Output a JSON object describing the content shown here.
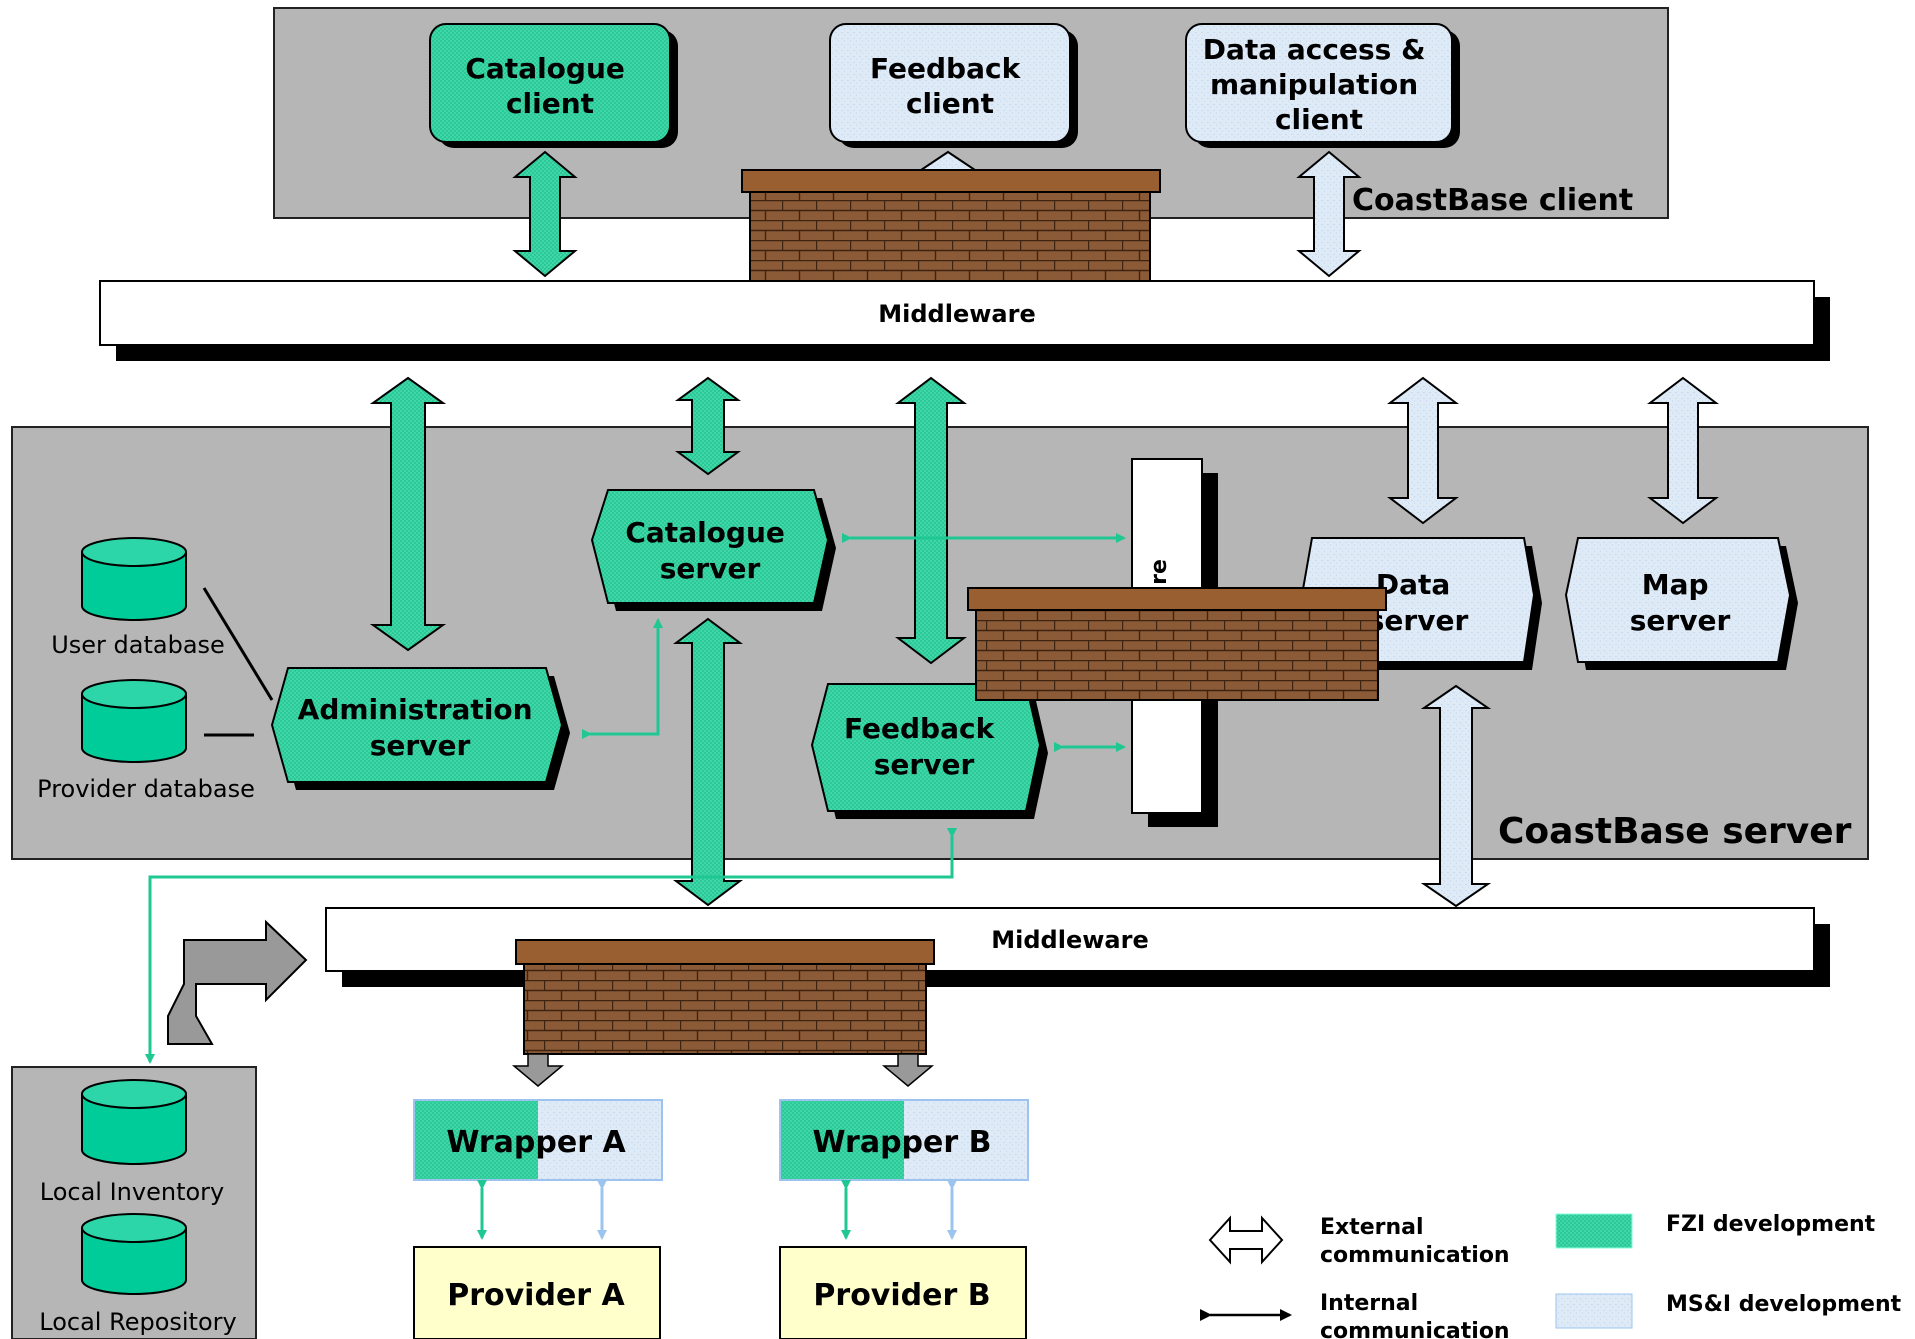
{
  "client_panel": {
    "title": "CoastBase client"
  },
  "server_panel": {
    "title": "CoastBase server"
  },
  "clients": {
    "catalogue": [
      "Catalogue",
      "client"
    ],
    "feedback": [
      "Feedback",
      "client"
    ],
    "data_access": [
      "Data access &",
      "manipulation",
      "client"
    ]
  },
  "middleware_top": {
    "label": "Middleware"
  },
  "middleware_bottom": {
    "label": "Middleware"
  },
  "servers": {
    "catalogue": [
      "Catalogue",
      "server"
    ],
    "administration": [
      "Administration",
      "server"
    ],
    "feedback": [
      "Feedback",
      "server"
    ],
    "data": [
      "Data",
      "server"
    ],
    "map": [
      "Map",
      "server"
    ]
  },
  "vertical_middleware": {
    "visible_label": "re"
  },
  "databases": {
    "user": "User database",
    "provider": "Provider database",
    "local_inventory": "Local Inventory",
    "local_repository": "Local Repository"
  },
  "wrappers": {
    "a": "Wrapper A",
    "b": "Wrapper B"
  },
  "providers": {
    "a": "Provider A",
    "b": "Provider B"
  },
  "legend": {
    "external": [
      "External",
      "communication"
    ],
    "internal": [
      "Internal",
      "communication"
    ],
    "fzi": "FZI development",
    "msi": "MS&I development"
  },
  "colors": {
    "panel_gray": "#b6b6b6",
    "fzi_green": "#35d4a4",
    "msi_blue": "#dce9f6",
    "brick": "#8b5a36",
    "brick_cap": "#9a5f30",
    "provider_yellow": "#ffffcc",
    "internal_arrow": "#1fc892"
  }
}
